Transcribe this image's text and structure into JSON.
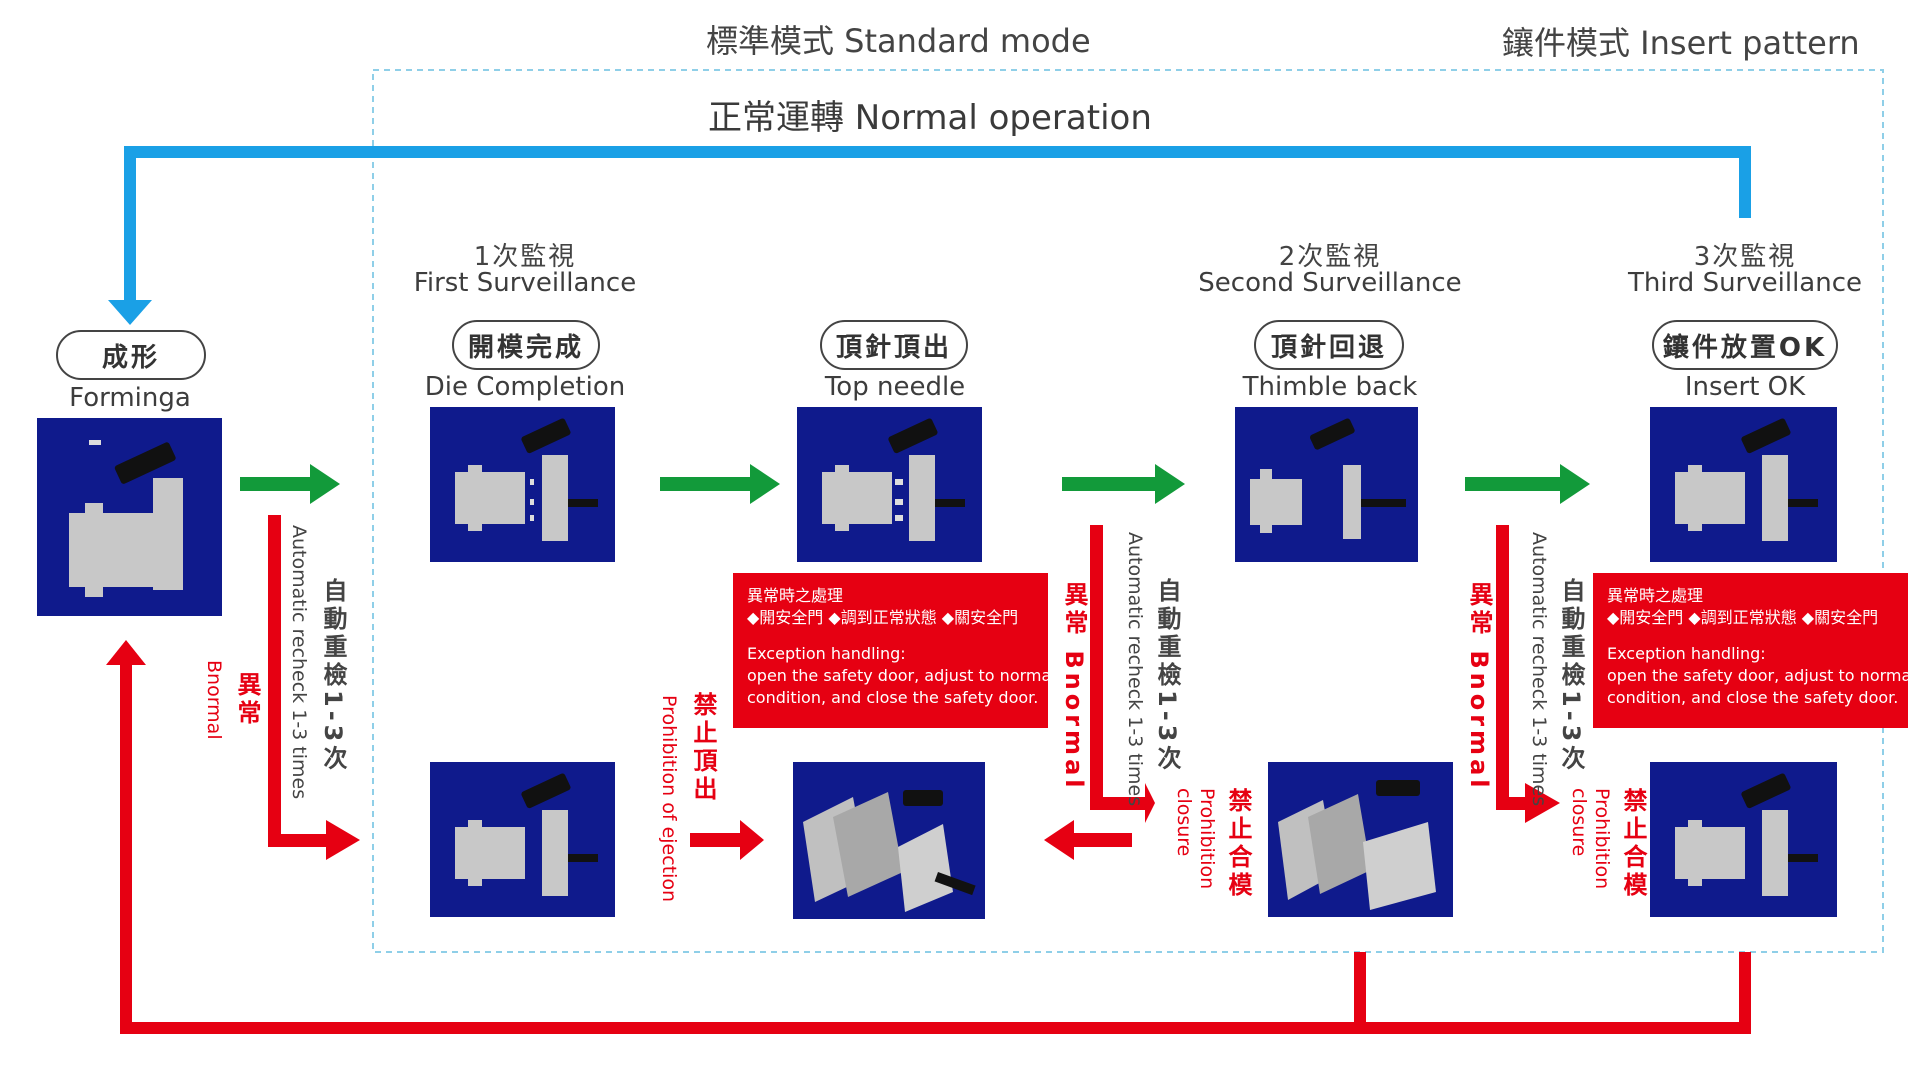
{
  "headers": {
    "standard_mode": "標準模式 Standard mode",
    "insert_pattern": "鑲件模式 Insert pattern",
    "normal_operation": "正常運轉 Normal operation"
  },
  "forming": {
    "pill": "成形",
    "label": "Forminga"
  },
  "stages": [
    {
      "zh": "1次監視",
      "en": "First Surveillance",
      "pill": "開模完成",
      "label": "Die Completion"
    },
    {
      "zh": "",
      "en": "",
      "pill": "頂針頂出",
      "label": "Top needle"
    },
    {
      "zh": "2次監視",
      "en": "Second Surveillance",
      "pill": "頂針回退",
      "label": "Thimble back"
    },
    {
      "zh": "3次監視",
      "en": "Third Surveillance",
      "pill": "鑲件放置OK",
      "label": "Insert OK"
    }
  ],
  "exception_box": {
    "line1": "異常時之處理",
    "line2": "◆開安全門 ◆調到正常狀態 ◆關安全門",
    "line3": "Exception handling:",
    "line4": "open the safety door, adjust to normal",
    "line5": "condition, and close the safety door."
  },
  "vertical_labels": {
    "recheck_zh": "自動重檢1-3次",
    "recheck_en": "Automatic recheck 1-3 times",
    "abnormal_zh": "異常",
    "abnormal_en": "Bnormal",
    "abnormal_full": "異常 Bnormal",
    "prohibit_eject_zh": "禁止頂出",
    "prohibit_eject_en": "Prohibition of ejection",
    "prohibit_close_zh": "禁止合模",
    "prohibit_close_en1": "Prohibition",
    "prohibit_close_en2": "closure"
  },
  "colors": {
    "normal_flow": "#1aa0e6",
    "ok_arrow": "#129a3a",
    "abnormal": "#e60012",
    "image_bg": "#0f1a8c",
    "dashed_frame": "#8fcfe8"
  },
  "icons": [
    "mold-part-icon",
    "open-mold-icon",
    "closed-mold-icon"
  ]
}
